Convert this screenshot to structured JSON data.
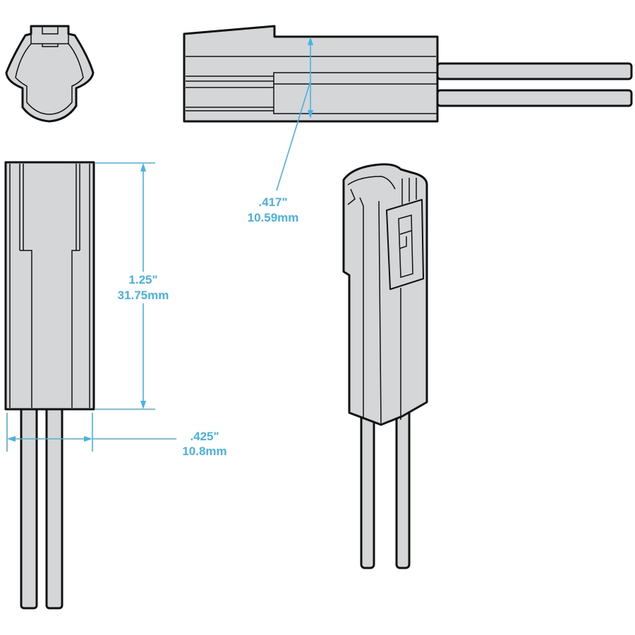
{
  "dimensions": {
    "width": {
      "inches": ".425\"",
      "mm": "10.8mm"
    },
    "length": {
      "inches": "1.25\"",
      "mm": "31.75mm"
    },
    "height": {
      "inches": ".417\"",
      "mm": "10.59mm"
    }
  },
  "colors": {
    "dimension": "#45b3e3",
    "part_fill": "#d5d6d8",
    "outline": "#111111"
  }
}
